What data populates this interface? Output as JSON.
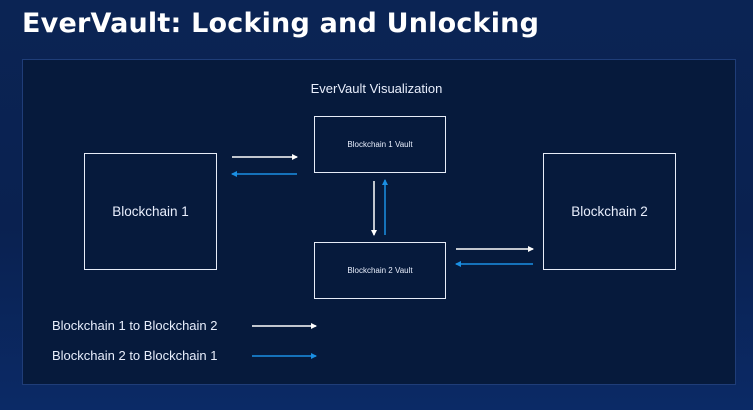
{
  "slide": {
    "title": "EverVault: Locking and Unlocking"
  },
  "diagram": {
    "title": "EverVault Visualization",
    "nodes": {
      "blockchain1": "Blockchain 1",
      "blockchain2": "Blockchain 2",
      "vault1": "Blockchain 1 Vault",
      "vault2": "Blockchain 2 Vault"
    },
    "legend": {
      "forward_label": "Blockchain 1 to Blockchain 2",
      "reverse_label": "Blockchain 2 to Blockchain 1"
    },
    "colors": {
      "forward": "#ffffff",
      "reverse": "#1a8fe3"
    }
  }
}
